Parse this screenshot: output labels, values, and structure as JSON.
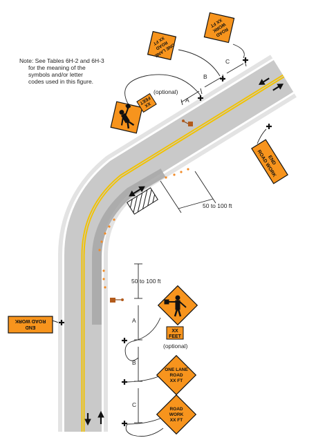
{
  "note": {
    "line1": "Note: See Tables 6H-2 and 6H-3",
    "line2": "for the meaning of the",
    "line3": "symbols and/or letter",
    "line4": "codes used in this figure."
  },
  "signs": {
    "end_road_work": {
      "line1": "END",
      "line2": "ROAD WORK"
    },
    "road_work": {
      "line1": "ROAD",
      "line2": "WORK",
      "line3": "XX FT"
    },
    "one_lane_road": {
      "line1": "ONE LANE",
      "line2": "ROAD",
      "line3": "XX FT"
    },
    "xx_feet": {
      "line1": "XX",
      "line2": "FEET"
    },
    "optional": "(optional)"
  },
  "dimensions": {
    "taper_length": "50 to 100 ft",
    "A": "A",
    "B": "B",
    "C": "C"
  },
  "colors": {
    "sign_orange": "#f7941d",
    "road_gray": "#c8c8c8",
    "shoulder_gray": "#e6e6e6",
    "centerline_yellow": "#f2c200",
    "cone_orange": "#f28c28"
  },
  "icons": [
    "flagger-icon",
    "flag-icon",
    "sign-post-icon",
    "direction-arrow-icon"
  ]
}
